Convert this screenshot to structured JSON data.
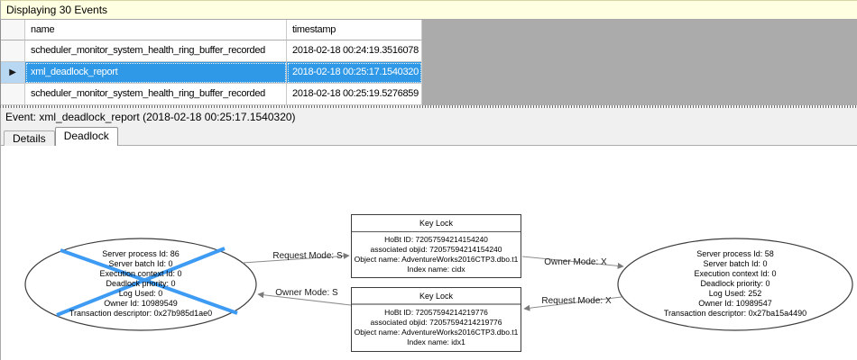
{
  "title_bar": {
    "text": "Displaying 30 Events"
  },
  "events_table": {
    "columns": {
      "name": "name",
      "timestamp": "timestamp"
    },
    "rows": [
      {
        "name": "scheduler_monitor_system_health_ring_buffer_recorded",
        "timestamp": "2018-02-18 00:24:19.3516078",
        "selected": false
      },
      {
        "name": "xml_deadlock_report",
        "timestamp": "2018-02-18 00:25:17.1540320",
        "selected": true
      },
      {
        "name": "scheduler_monitor_system_health_ring_buffer_recorded",
        "timestamp": "2018-02-18 00:25:19.5276859",
        "selected": false
      }
    ],
    "selected_row_marker": "▶"
  },
  "event_caption": "Event: xml_deadlock_report (2018-02-18 00:25:17.1540320)",
  "tabs": {
    "details": "Details",
    "deadlock": "Deadlock",
    "active": "Deadlock"
  },
  "graph": {
    "victim_process": {
      "is_deadlock_victim": true,
      "lines": [
        "Server process Id: 86",
        "Server batch Id: 0",
        "Execution context Id: 0",
        "Deadlock priority: 0",
        "Log Used: 0",
        "Owner Id: 10989549",
        "Transaction descriptor: 0x27b985d1ae0"
      ]
    },
    "other_process": {
      "is_deadlock_victim": false,
      "lines": [
        "Server process Id: 58",
        "Server batch Id: 0",
        "Execution context Id: 0",
        "Deadlock priority: 0",
        "Log Used: 252",
        "Owner Id: 10989547",
        "Transaction descriptor: 0x27ba15a4490"
      ]
    },
    "resource_top": {
      "title": "Key Lock",
      "lines": [
        "HoBt ID: 72057594214154240",
        "associated objid: 72057594214154240",
        "Object name: AdventureWorks2016CTP3.dbo.t1",
        "Index name: cidx"
      ]
    },
    "resource_bottom": {
      "title": "Key Lock",
      "lines": [
        "HoBt ID: 72057594214219776",
        "associated objid: 72057594214219776",
        "Object name: AdventureWorks2016CTP3.dbo.t1",
        "Index name: idx1"
      ]
    },
    "edges": {
      "request_s": "Request Mode: S",
      "owner_s": "Owner Mode: S",
      "owner_x": "Owner Mode: X",
      "request_x": "Request Mode: X"
    }
  },
  "colors": {
    "info_bar_yellow": "#FFFFE1",
    "selection_blue": "#2F99E8",
    "selection_rowheader_blue": "#B8D7F2",
    "empty_grid_gray": "#ABABAB",
    "victim_cross_blue": "#3E9BF4",
    "arrow_gray": "#8C8C8C"
  }
}
